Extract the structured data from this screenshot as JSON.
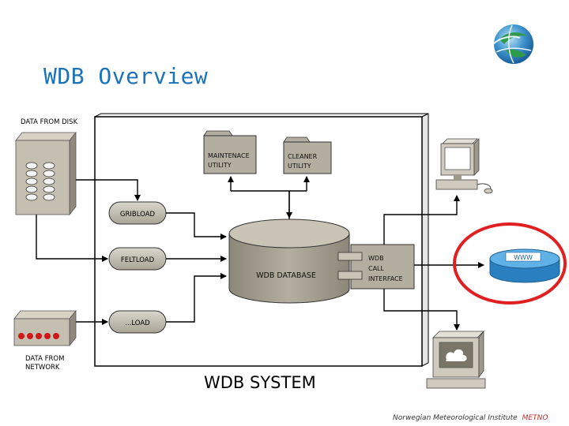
{
  "slide": {
    "title": "WDB Overview",
    "footer_institute": "Norwegian Meteorological Institute",
    "footer_brand": "METNO"
  },
  "diagram": {
    "data_from_disk": "DATA FROM DISK",
    "data_from_network_line1": "DATA FROM",
    "data_from_network_line2": "NETWORK",
    "gribload": "GRIBLOAD",
    "feltload": "FELTLOAD",
    "genericload": "...LOAD",
    "maintenance_line1": "MAINTENACE",
    "maintenance_line2": "UTILITY",
    "cleaner_line1": "CLEANER",
    "cleaner_line2": "UTILITY",
    "database": "WDB DATABASE",
    "call_interface_line1": "WDB",
    "call_interface_line2": "CALL",
    "call_interface_line3": "INTERFACE",
    "system_label": "WDB SYSTEM",
    "www_label": "WWW"
  },
  "colors": {
    "title": "#1b72b8",
    "highlight_circle": "#e02020",
    "brand": "#c62828"
  }
}
